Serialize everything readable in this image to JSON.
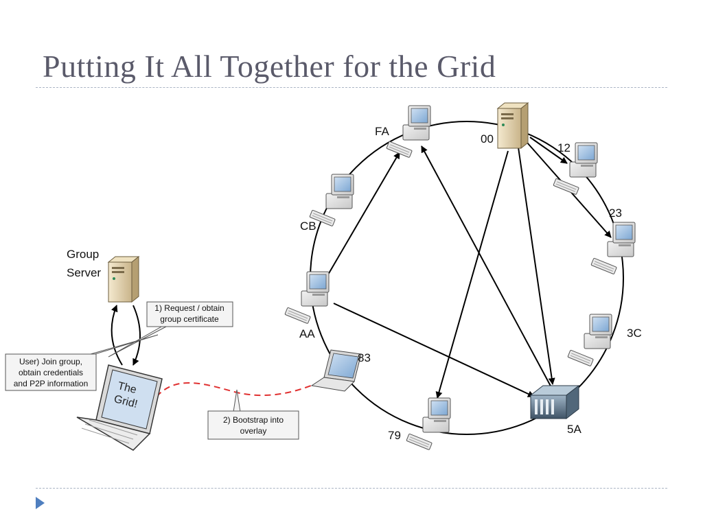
{
  "slide": {
    "title": "Putting It All Together for the Grid"
  },
  "group_server": {
    "label_line1": "Group",
    "label_line2": "Server"
  },
  "callouts": {
    "request": {
      "line1": "1) Request / obtain",
      "line2": "group certificate"
    },
    "join": {
      "line1": "User) Join group,",
      "line2": "obtain credentials",
      "line3": "and P2P information"
    },
    "bootstrap": {
      "line1": "2) Bootstrap into",
      "line2": "overlay"
    }
  },
  "laptop_screen": {
    "line1": "The",
    "line2": "Grid!"
  },
  "nodes": {
    "n00": "00",
    "n12": "12",
    "n23": "23",
    "n3C": "3C",
    "n5A": "5A",
    "n79": "79",
    "n83": "83",
    "nAA": "AA",
    "nCB": "CB",
    "nFA": "FA"
  },
  "icons": {
    "server_tower": "server-tower-icon",
    "desktop": "desktop-computer-icon",
    "laptop": "laptop-icon",
    "rack_server": "rack-server-icon"
  },
  "colors": {
    "title": "#5a5a6a",
    "bootstrap_link": "#e03030",
    "bullet": "#4f7fbf"
  }
}
